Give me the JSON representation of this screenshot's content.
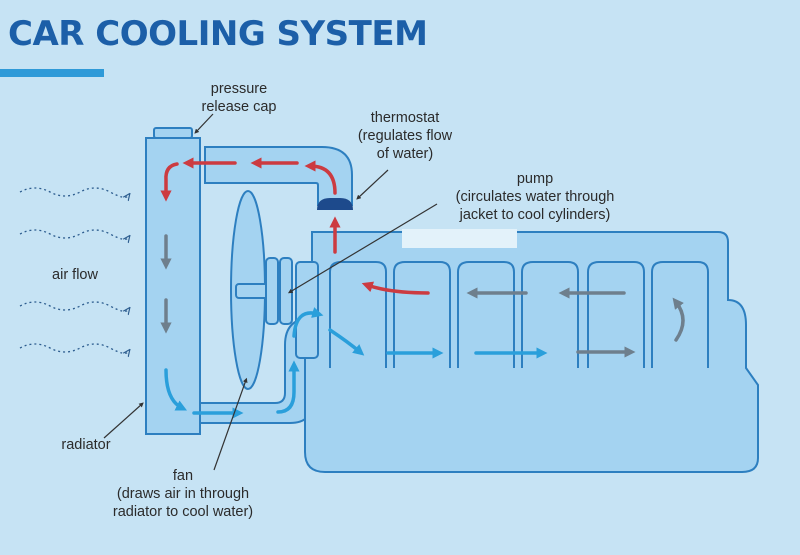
{
  "title": "CAR COOLING SYSTEM",
  "labels": {
    "pressure_cap": [
      "pressure",
      "release cap"
    ],
    "thermostat": [
      "thermostat",
      "(regulates flow",
      "of water)"
    ],
    "pump": [
      "pump",
      "(circulates water through",
      "jacket to cool cylinders)"
    ],
    "air_flow": "air flow",
    "radiator": "radiator",
    "fan": [
      "fan",
      "(draws air in through",
      "radiator to cool water)"
    ]
  },
  "colors": {
    "title": "#1c5fa8",
    "accent_bar": "#2e9ad8",
    "background": "#c6e3f4",
    "component_fill": "#a4d3f1",
    "outline": "#2d7fc0",
    "hot_water": "#cc3b41",
    "cooling_water": "#6e7f8d",
    "cool_water": "#2a9fdb",
    "thermostat": "#1d4a8c"
  },
  "icons": {
    "air_flow": "wavy-line-arrow",
    "flow_arrow": "arrow"
  }
}
